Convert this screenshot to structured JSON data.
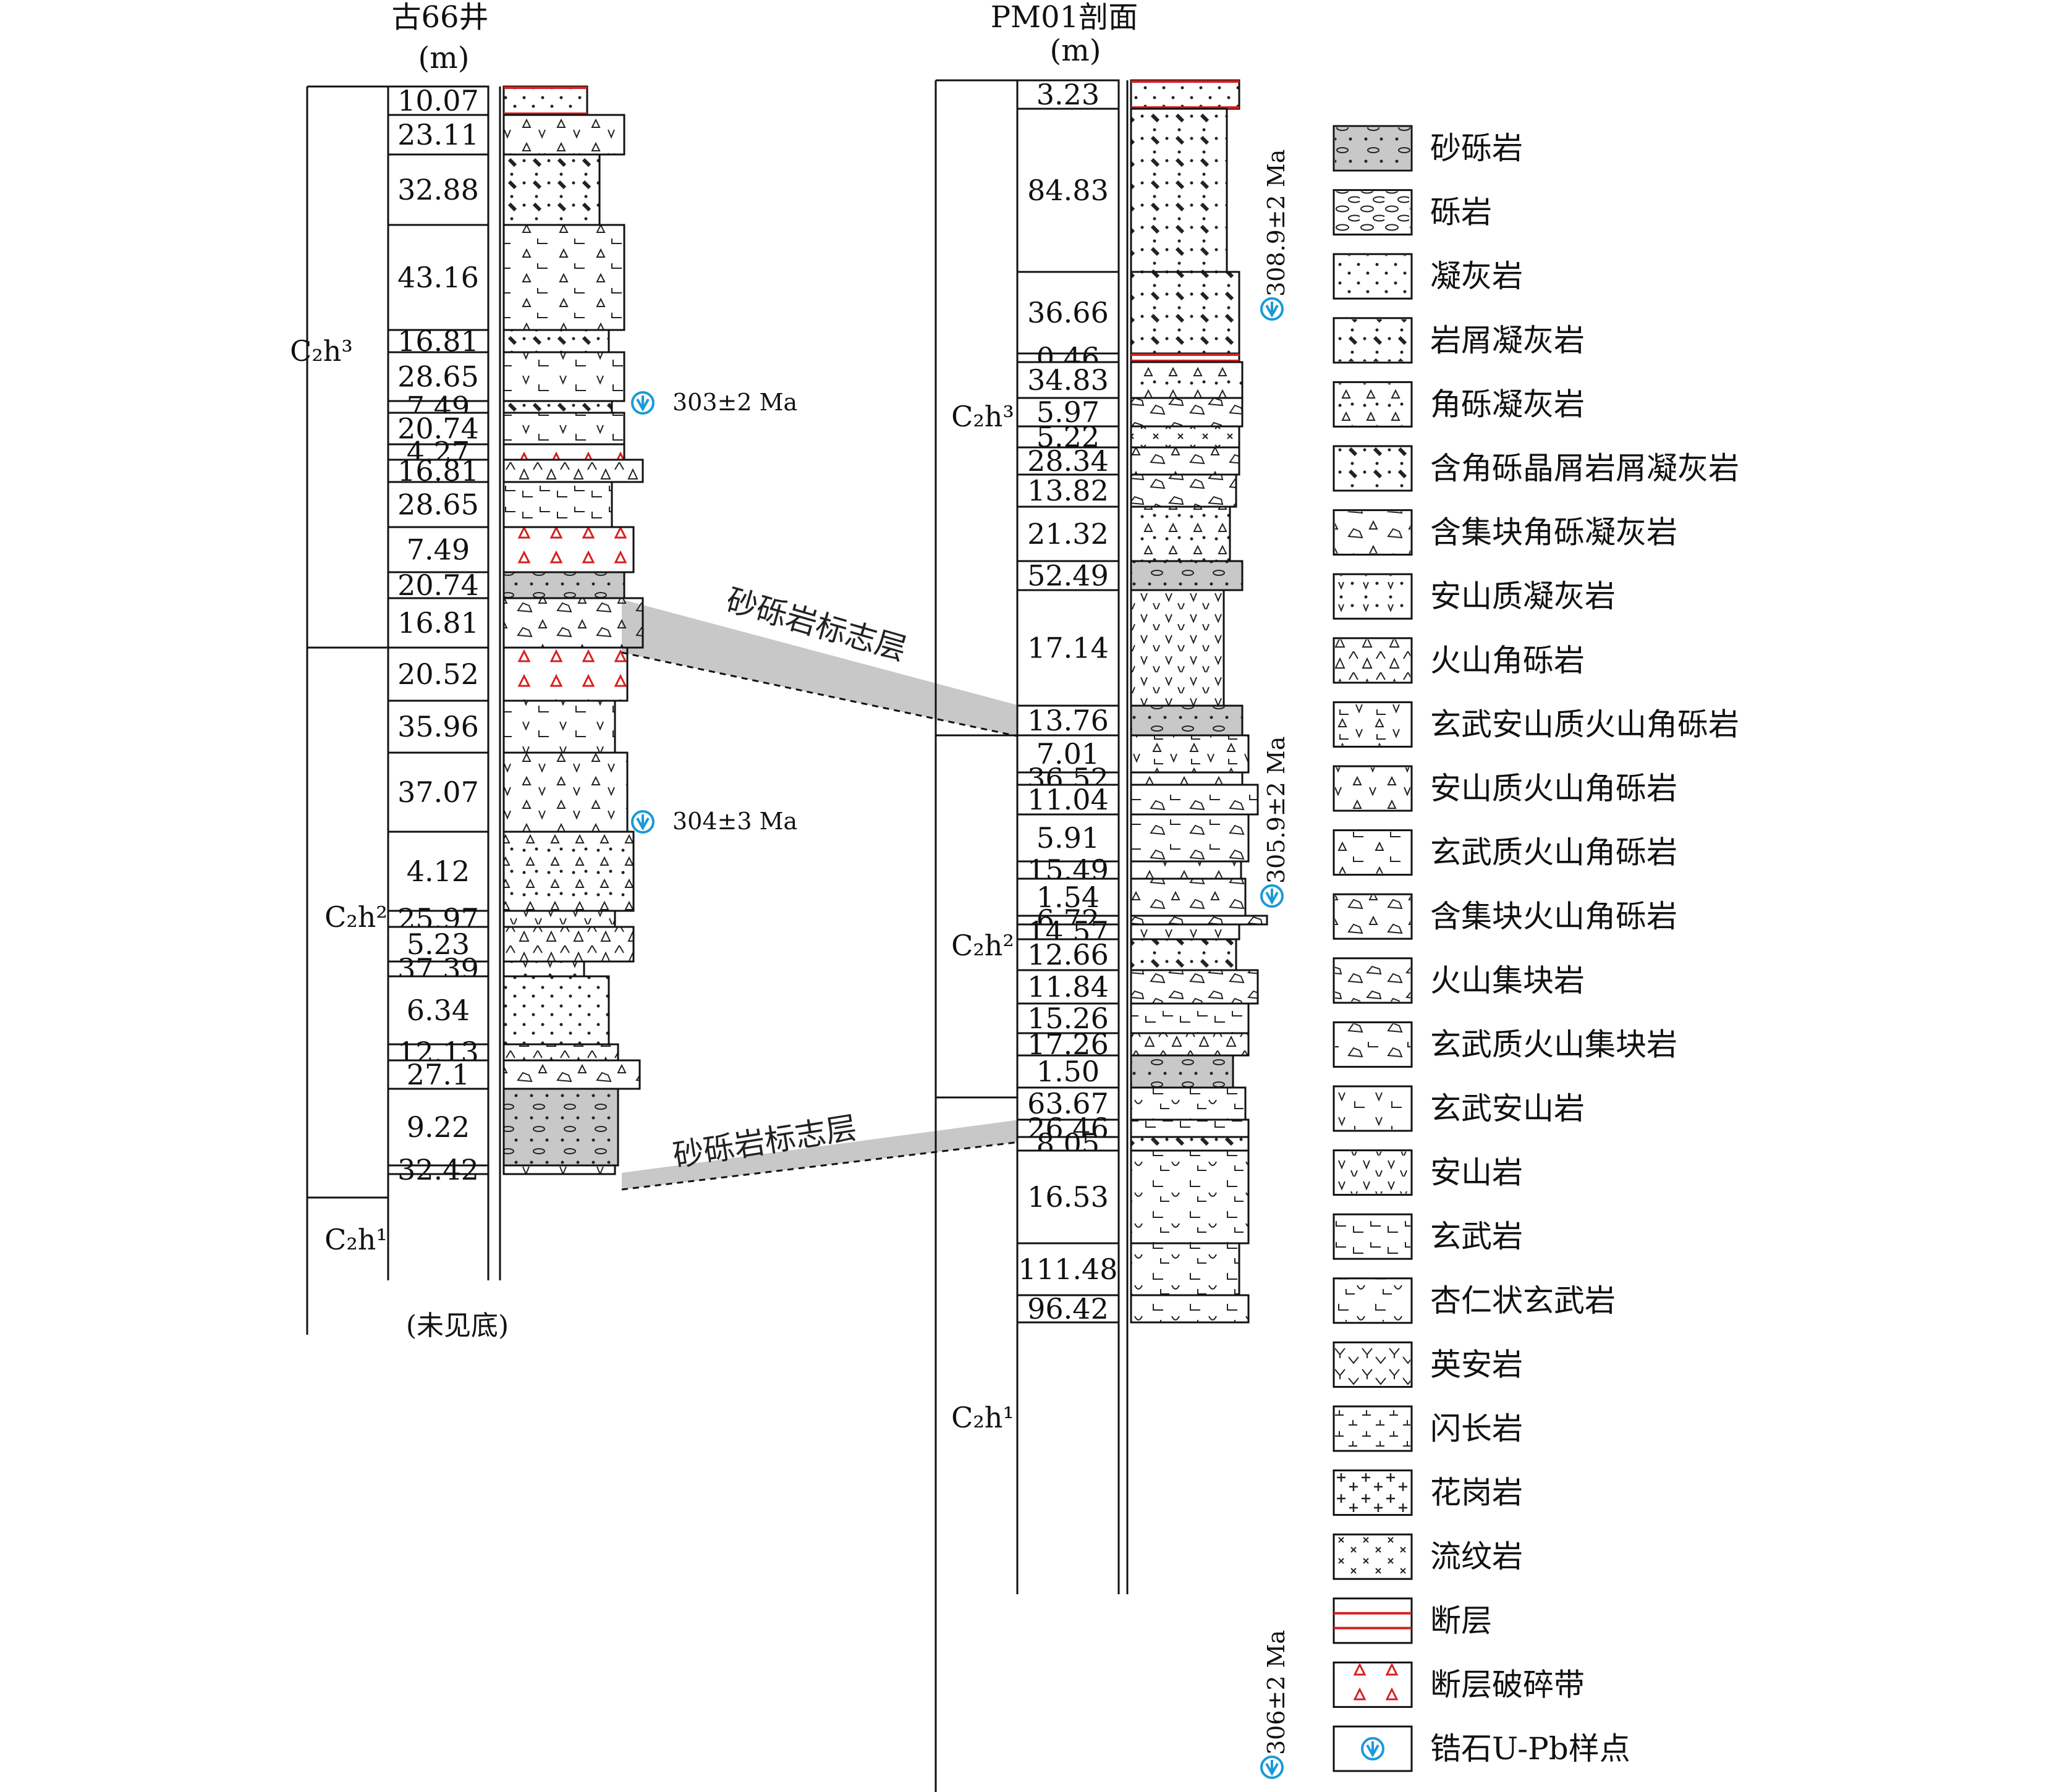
{
  "well": {
    "title": "古66井",
    "unit": "(m)",
    "bottom_note": "(未见底)",
    "formations": [
      {
        "label": "C₂h³"
      },
      {
        "label": "C₂h²"
      },
      {
        "label": "C₂h¹"
      }
    ],
    "thicknesses": [
      "10.07",
      "23.11",
      "32.88",
      "43.16",
      "16.81",
      "28.65",
      "7.49",
      "20.74",
      "4.27",
      "16.81",
      "28.65",
      "7.49",
      "20.74",
      "16.81",
      "20.52",
      "35.96",
      "37.07",
      "4.12",
      "25.97",
      "5.23",
      "37.39",
      "6.34",
      "12.13",
      "27.1",
      "9.22",
      "32.42"
    ],
    "ages": [
      "303±2 Ma",
      "304±3 Ma"
    ]
  },
  "section": {
    "title": "PM01剖面",
    "unit": "(m)",
    "formations": [
      {
        "label": "C₂h³"
      },
      {
        "label": "C₂h²"
      },
      {
        "label": "C₂h¹"
      }
    ],
    "thicknesses": [
      "3.23",
      "84.83",
      "36.66",
      "0.46",
      "34.83",
      "5.97",
      "5.22",
      "28.34",
      "13.82",
      "21.32",
      "52.49",
      "17.14",
      "13.76",
      "7.01",
      "36.52",
      "11.04",
      "5.91",
      "15.49",
      "1.54",
      "6.72",
      "14.57",
      "12.66",
      "11.84",
      "15.26",
      "17.26",
      "1.50",
      "63.67",
      "26.46",
      "8.05",
      "16.53",
      "111.48",
      "96.42"
    ],
    "ages": [
      "308.9±2 Ma",
      "305.9±2 Ma",
      "306±2 Ma"
    ]
  },
  "marker_label": "砂砾岩标志层",
  "legend": [
    {
      "label": "砂砾岩",
      "icon": "sandy-conglomerate"
    },
    {
      "label": "砾岩",
      "icon": "conglomerate"
    },
    {
      "label": "凝灰岩",
      "icon": "tuff"
    },
    {
      "label": "岩屑凝灰岩",
      "icon": "lithic-tuff"
    },
    {
      "label": "角砾凝灰岩",
      "icon": "breccia-tuff"
    },
    {
      "label": "含角砾晶屑岩屑凝灰岩",
      "icon": "breccia-crystal-lithic-tuff"
    },
    {
      "label": "含集块角砾凝灰岩",
      "icon": "agglomerate-breccia-tuff"
    },
    {
      "label": "安山质凝灰岩",
      "icon": "andesitic-tuff"
    },
    {
      "label": "火山角砾岩",
      "icon": "volcanic-breccia"
    },
    {
      "label": "玄武安山质火山角砾岩",
      "icon": "basaltic-andesitic-breccia"
    },
    {
      "label": "安山质火山角砾岩",
      "icon": "andesitic-breccia"
    },
    {
      "label": "玄武质火山角砾岩",
      "icon": "basaltic-breccia"
    },
    {
      "label": "含集块火山角砾岩",
      "icon": "agglomerate-bearing-breccia"
    },
    {
      "label": "火山集块岩",
      "icon": "agglomerate"
    },
    {
      "label": "玄武质火山集块岩",
      "icon": "basaltic-agglomerate"
    },
    {
      "label": "玄武安山岩",
      "icon": "basaltic-andesite"
    },
    {
      "label": "安山岩",
      "icon": "andesite"
    },
    {
      "label": "玄武岩",
      "icon": "basalt"
    },
    {
      "label": "杏仁状玄武岩",
      "icon": "amygdaloidal-basalt"
    },
    {
      "label": "英安岩",
      "icon": "dacite"
    },
    {
      "label": "闪长岩",
      "icon": "diorite"
    },
    {
      "label": "花岗岩",
      "icon": "granite"
    },
    {
      "label": "流纹岩",
      "icon": "rhyolite"
    },
    {
      "label": "断层",
      "icon": "fault"
    },
    {
      "label": "断层破碎带",
      "icon": "fault-breccia-zone"
    },
    {
      "label": "锆石U-Pb样点",
      "icon": "zircon-sample"
    }
  ],
  "colors": {
    "line": "#111111",
    "fault": "#d62020",
    "marker_fill": "#c8c8c8",
    "zircon": "#1a9ad6"
  }
}
